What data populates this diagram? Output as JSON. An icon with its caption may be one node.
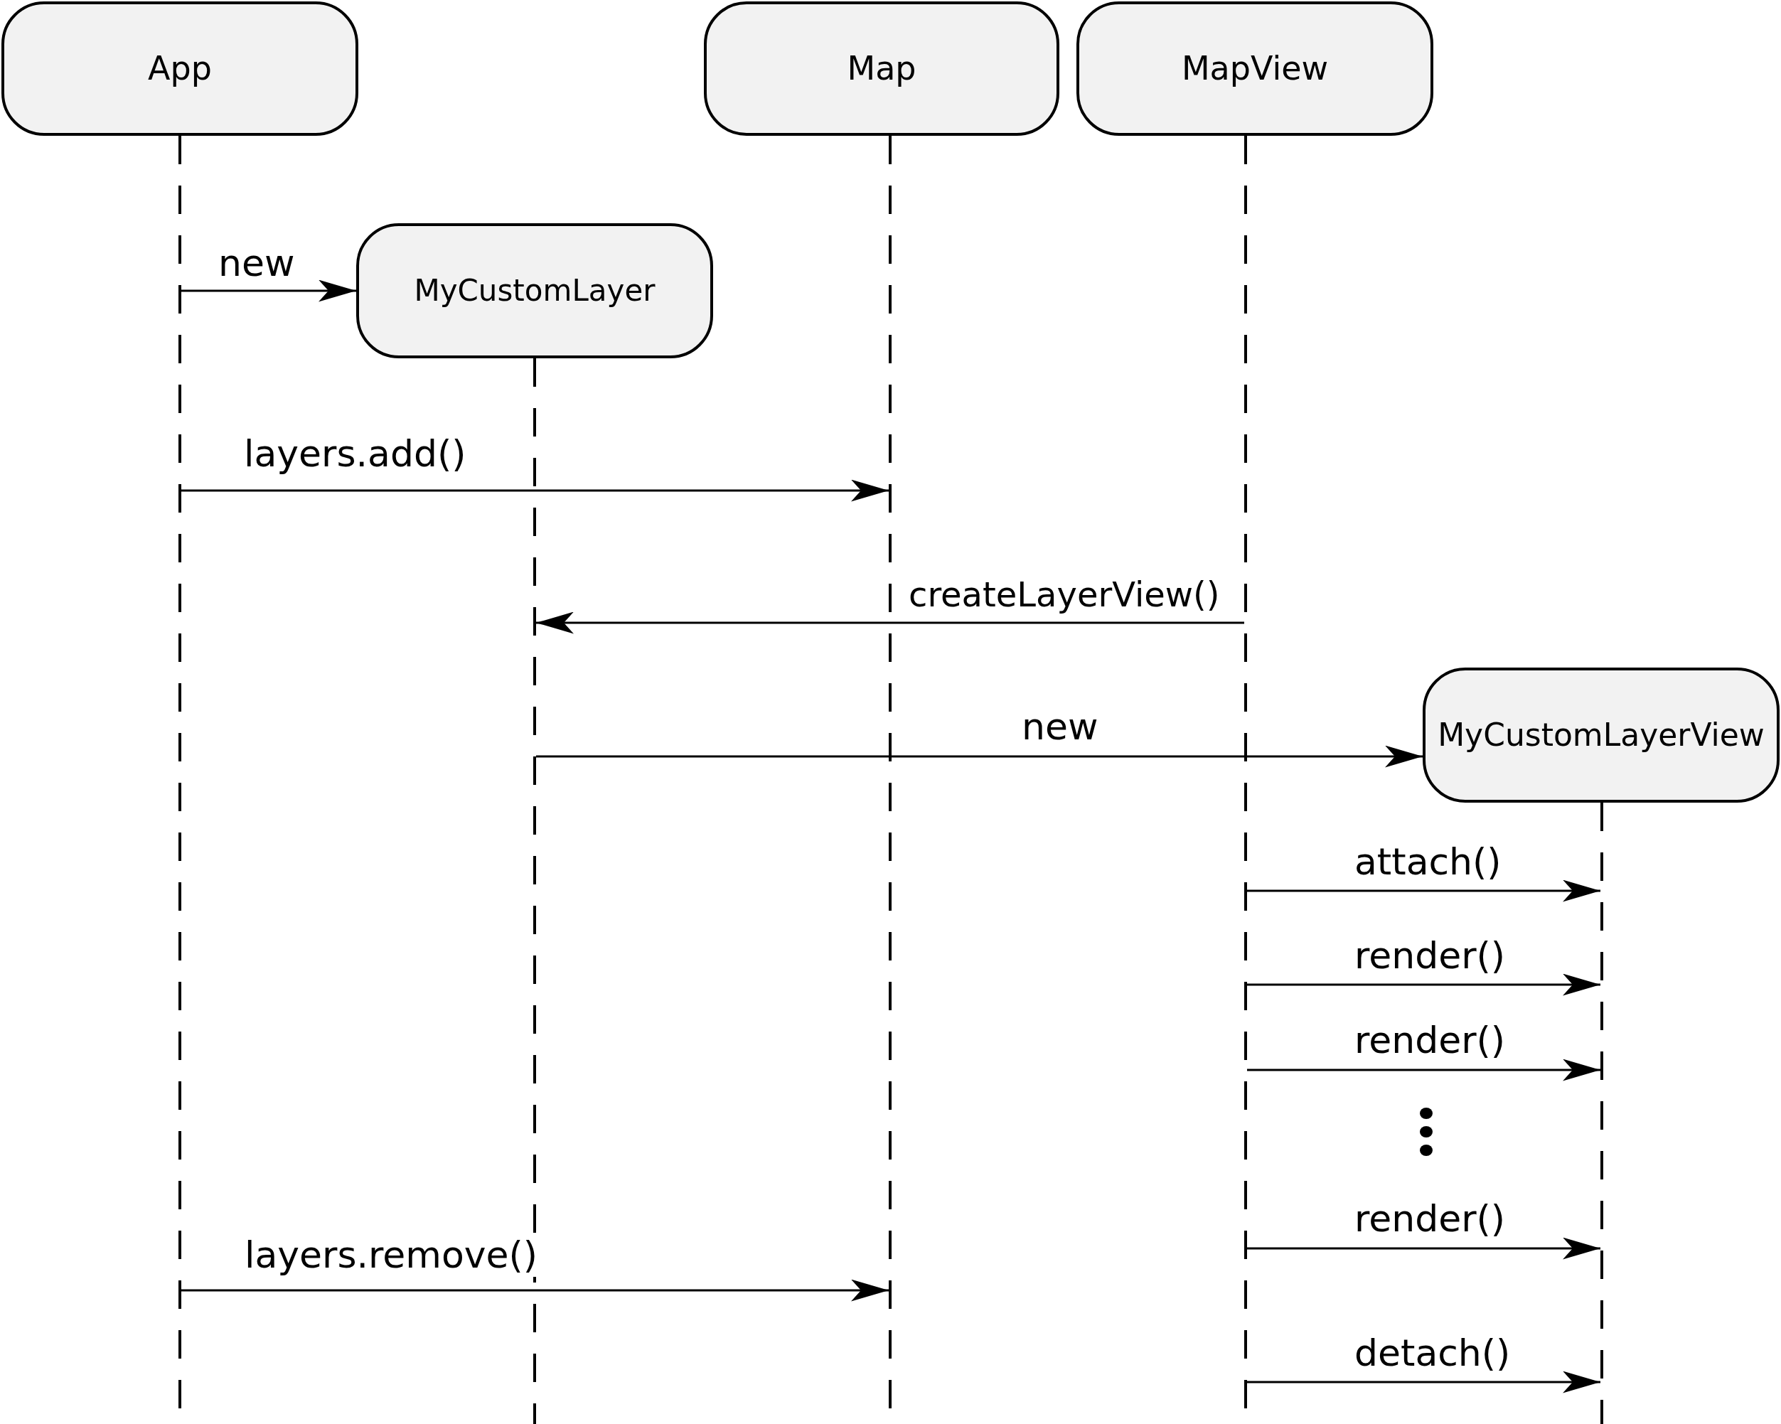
{
  "diagram": {
    "nodes": [
      {
        "text": [
          "App"
        ]
      },
      {
        "text": [
          "Map"
        ]
      },
      {
        "text": [
          "MapView"
        ]
      },
      {
        "text": [
          "MyCustomLayer"
        ]
      },
      {
        "text": [
          "MyCustomLayerView"
        ]
      },
      {
        "text": [],
        "shape": "line"
      },
      {
        "text": [],
        "shape": "line"
      },
      {
        "text": [],
        "shape": "line"
      },
      {
        "text": [],
        "shape": "line"
      },
      {
        "text": [],
        "shape": "line"
      }
    ],
    "edges": [
      {
        "from": 5,
        "to": 3,
        "arrow": "to",
        "label": "new"
      },
      {
        "from": 5,
        "to": 7,
        "arrow": "to",
        "label": "layers.add()"
      },
      {
        "from": 8,
        "to": 6,
        "arrow": "to",
        "label": "createLayerView()"
      },
      {
        "from": 6,
        "to": 4,
        "arrow": "to",
        "label": "new"
      },
      {
        "from": 8,
        "to": 9,
        "arrow": "to",
        "label": "attach()"
      },
      {
        "from": 8,
        "to": 9,
        "arrow": "to",
        "label": "render()"
      },
      {
        "from": 8,
        "to": 9,
        "arrow": "to",
        "label": "render()"
      },
      {
        "from": 8,
        "to": 9,
        "arrow": "to",
        "label": "render()"
      },
      {
        "from": 5,
        "to": 7,
        "arrow": "to",
        "label": "layers.remove()"
      },
      {
        "from": 8,
        "to": 9,
        "arrow": "to",
        "label": "detach()"
      }
    ]
  }
}
